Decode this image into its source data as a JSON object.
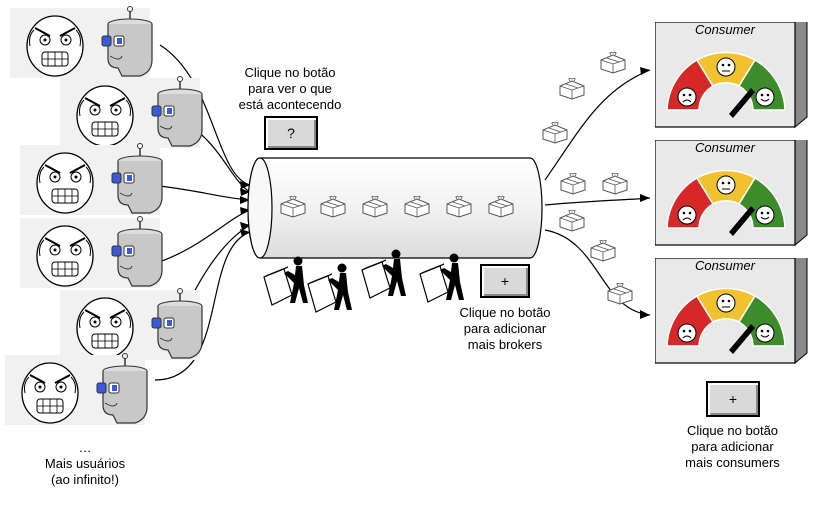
{
  "producers": [
    {
      "id": "p1"
    },
    {
      "id": "p2"
    },
    {
      "id": "p3"
    },
    {
      "id": "p4"
    },
    {
      "id": "p5"
    },
    {
      "id": "p6"
    }
  ],
  "more_users": {
    "ellipsis": "…",
    "line1": "Mais usuários",
    "line2": "(ao infinito!)"
  },
  "help": {
    "line1": "Clique no botão",
    "line2": "para ver o que",
    "line3": "está acontecendo",
    "button_label": "?"
  },
  "add_broker": {
    "button_label": "+",
    "line1": "Clique no botão",
    "line2": "para adicionar",
    "line3": "mais brokers"
  },
  "consumers": [
    {
      "title": "Consumer"
    },
    {
      "title": "Consumer"
    },
    {
      "title": "Consumer"
    }
  ],
  "add_consumer": {
    "button_label": "+",
    "line1": "Clique no botão",
    "line2": "para adicionar",
    "line3": "mais consumers"
  },
  "colors": {
    "gauge_red": "#d62828",
    "gauge_yellow": "#f2c12e",
    "gauge_green": "#3c8c2c",
    "panel": "#e9e9e9",
    "head_gray": "#c8c8c8",
    "eye_blue": "#3a5bd9"
  },
  "icons": [
    "rage-face-icon",
    "robot-head-icon",
    "package-icon",
    "broker-worker-icon",
    "satisfaction-gauge-icon"
  ]
}
